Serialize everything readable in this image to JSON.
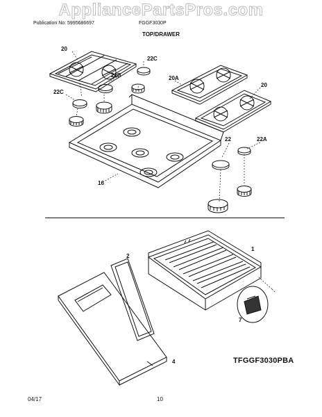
{
  "watermark": "AppliancePartsPros.com",
  "header": {
    "publication": "Publication No: 5995686697",
    "model": "FGGF3030P"
  },
  "section_title": "TOP/DRAWER",
  "callouts": {
    "c20_left": "20",
    "c22c_top": "22C",
    "c22b": "22B",
    "c20a": "20A",
    "c20_right": "20",
    "c22c_left": "22C",
    "c22": "22",
    "c22a": "22A",
    "c16": "16",
    "c1": "1",
    "c2": "2",
    "c7": "7",
    "c4": "4"
  },
  "model_code": "TFGGF3030PBA",
  "footer": {
    "date": "04/17",
    "page": "10"
  }
}
